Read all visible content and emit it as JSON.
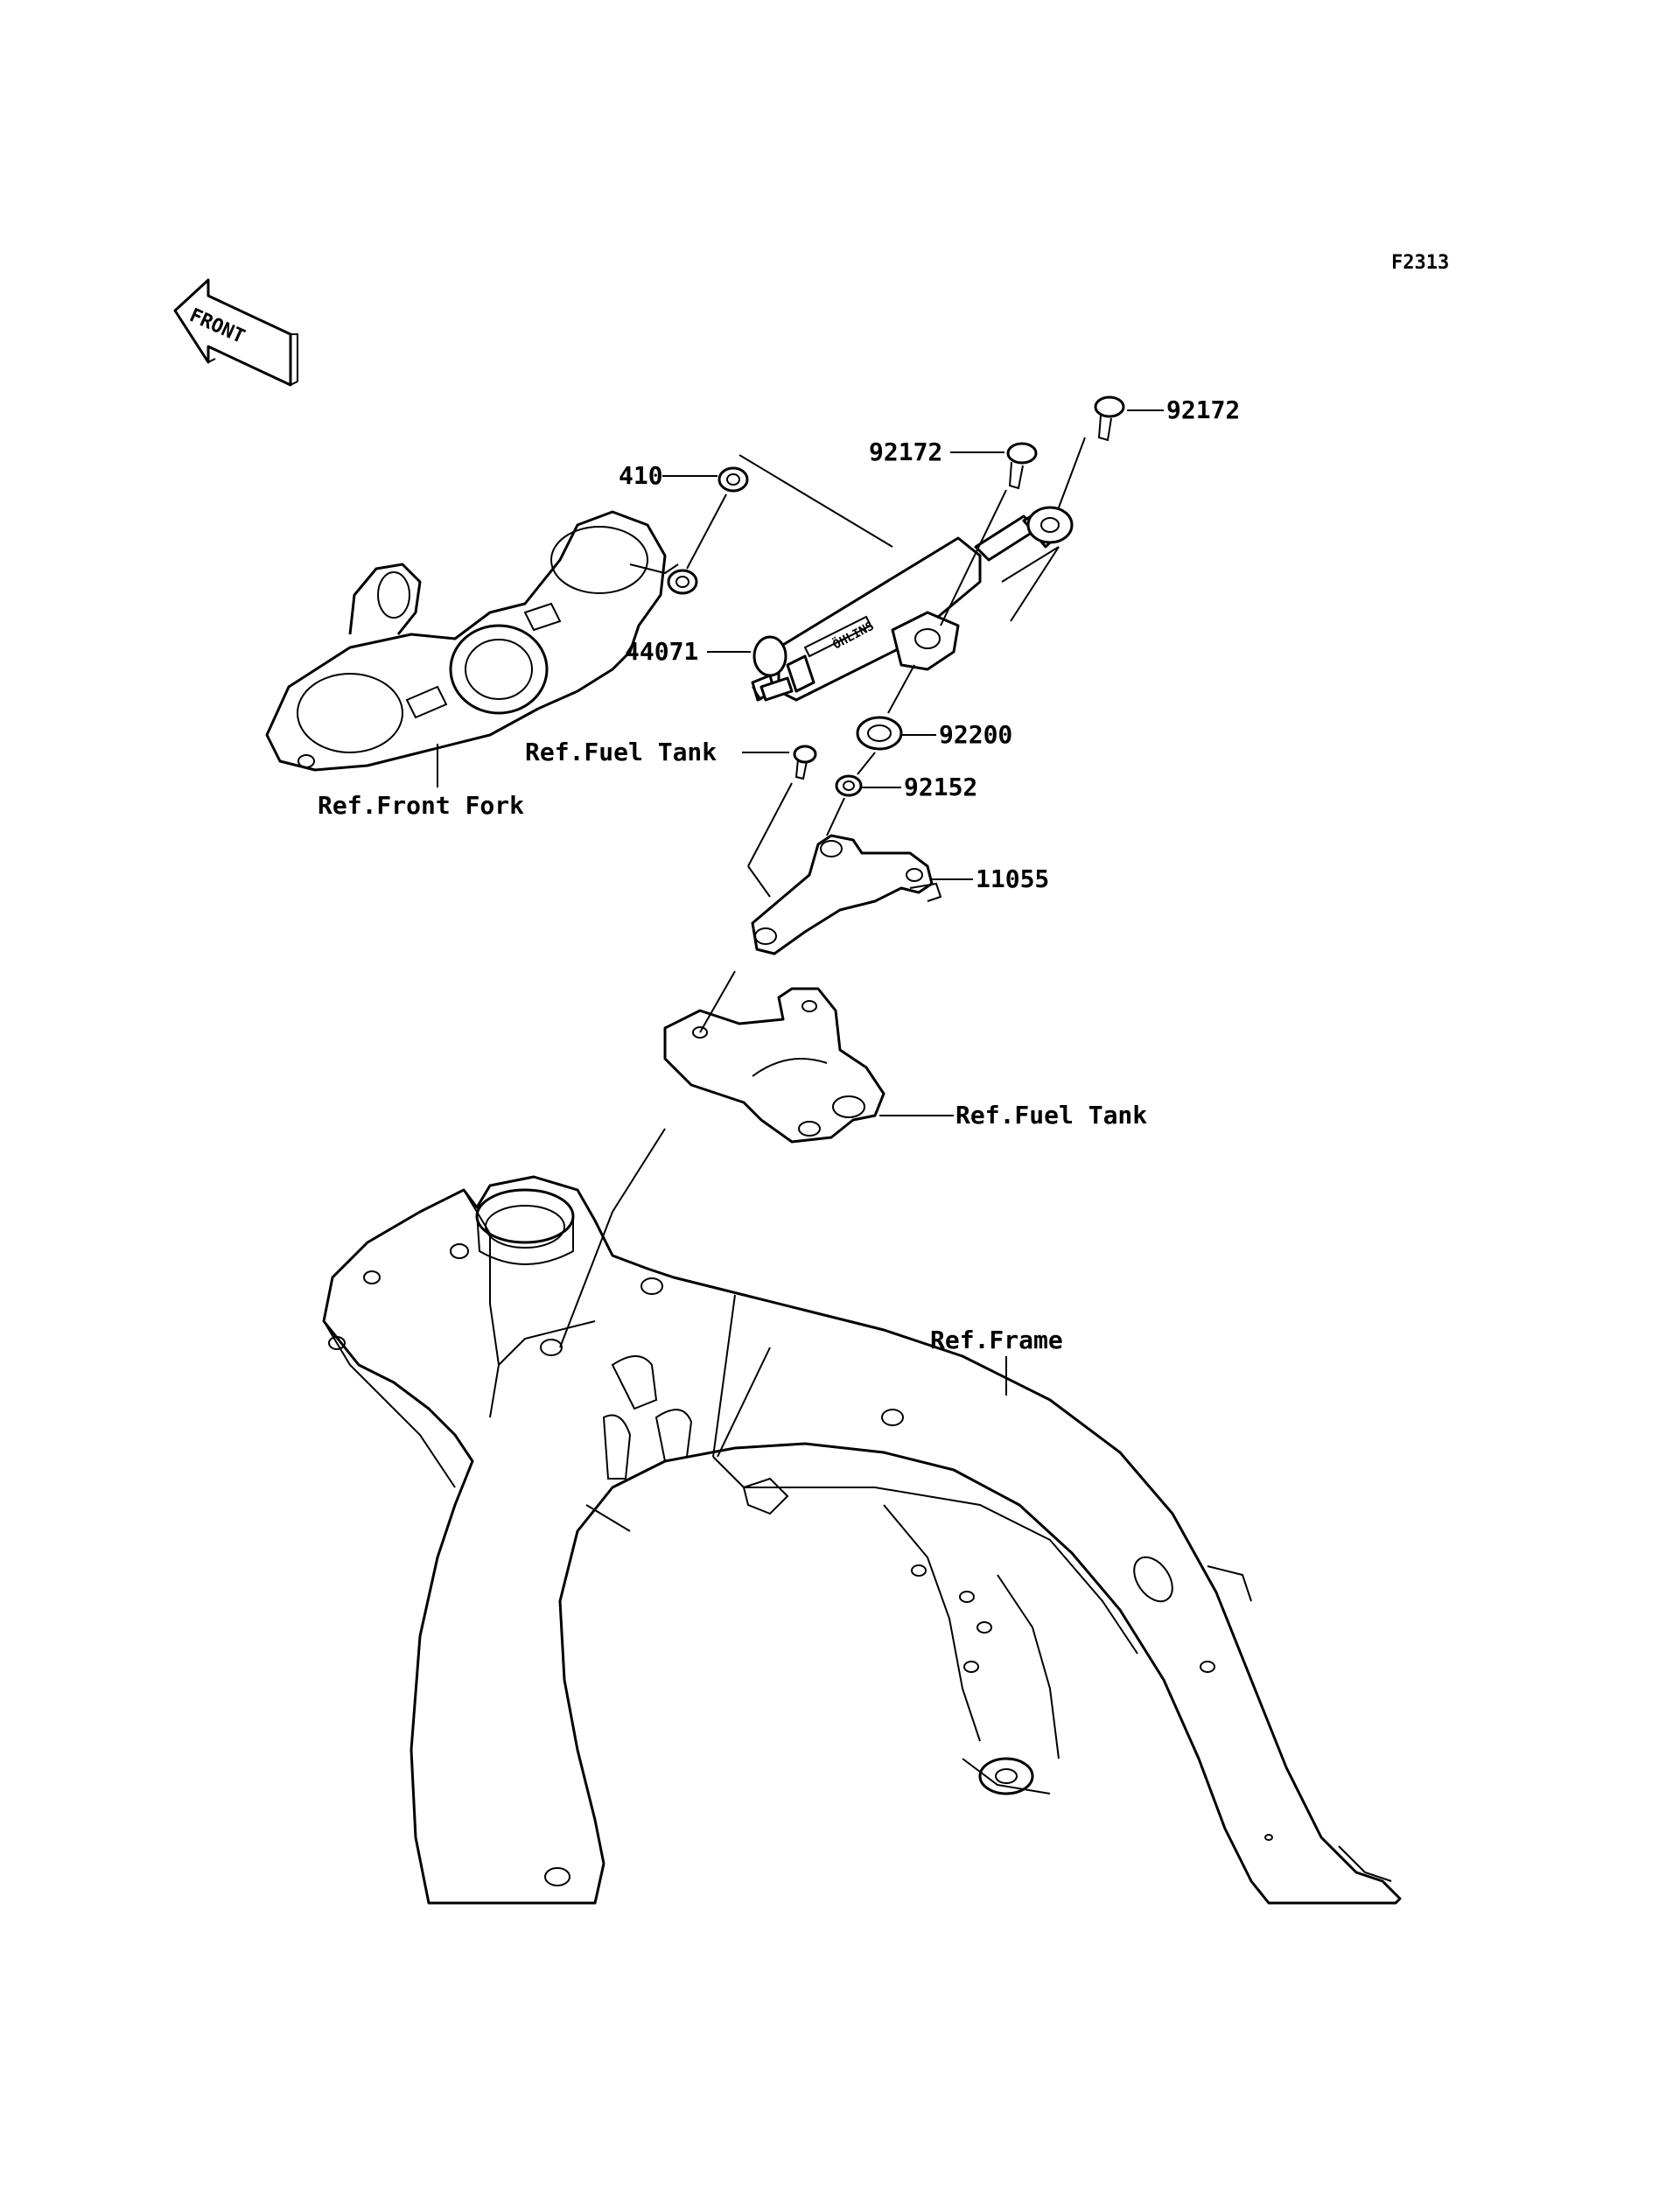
{
  "figure_code": "F2313",
  "front_label": "FRONT",
  "labels": {
    "p410": "410",
    "p92172a": "92172",
    "p92172b": "92172",
    "p44071": "44071",
    "p92200": "92200",
    "p92152": "92152",
    "p11055": "11055",
    "ref_fuel_tank_1": "Ref.Fuel Tank",
    "ref_fuel_tank_2": "Ref.Fuel Tank",
    "ref_front_fork": "Ref.Front Fork",
    "ref_frame": "Ref.Frame",
    "damper_brand": "ÖHLINS"
  }
}
